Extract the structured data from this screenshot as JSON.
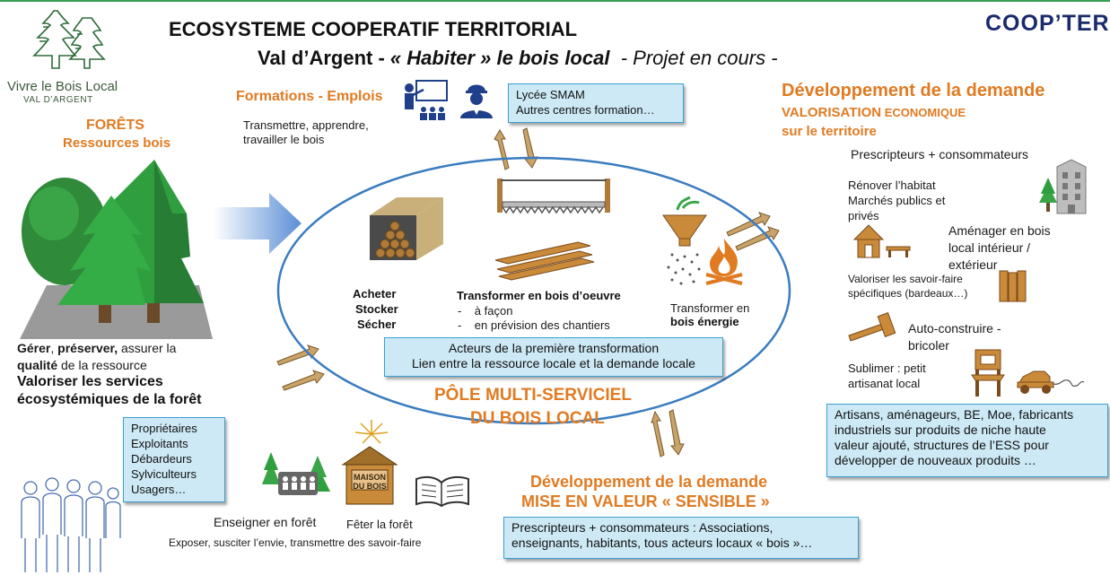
{
  "header": {
    "title": "ECOSYSTEME COOPERATIF TERRITORIAL",
    "subtitle_prefix": "Val d’Argent - ",
    "subtitle_italic": "« Habiter » le bois local",
    "subtitle_status": "- Projet en cours -"
  },
  "logo_left": {
    "line1": "Vivre le Bois Local",
    "line2": "VAL D’ARGENT"
  },
  "logo_right": {
    "text": "COOP’TER"
  },
  "forets": {
    "title": "FORÊTS",
    "subtitle": "Ressources bois",
    "gerer_1": "Gérer",
    "gerer_2": ", ",
    "gerer_3": "préserver,",
    "gerer_4": " assurer la",
    "gerer_5": "qualité",
    "gerer_6": " de la ressource",
    "valoriser_1": "Valoriser les services",
    "valoriser_2": "écosystémiques de la forêt",
    "actors": [
      "Propriétaires",
      "Exploitants",
      "Débardeurs",
      "Sylviculteurs",
      "Usagers…"
    ]
  },
  "formations": {
    "title": "Formations - Emplois",
    "text_1": "Transmettre, apprendre,",
    "text_2": "travailler le bois",
    "box": [
      "Lycée SMAM",
      "Autres centres formation…"
    ]
  },
  "pole": {
    "acheter": [
      "Acheter",
      "Stocker",
      "Sécher"
    ],
    "transformer_title": "Transformer en bois d’oeuvre",
    "transformer_items": [
      "à façon",
      "en prévision des chantiers"
    ],
    "energie_1": "Transformer en",
    "energie_2": "bois énergie",
    "box": [
      "Acteurs de la première transformation",
      "Lien entre la ressource locale et la demande locale"
    ],
    "title_1": "PÔLE MULTI-SERVICIEL",
    "title_2": "DU BOIS LOCAL"
  },
  "demande_eco": {
    "title": "Développement de la demande",
    "sub_1": "VALORISATION",
    "sub_2": " ECONOMIQUE",
    "sub_3": "sur le territoire",
    "prescripteurs": "Prescripteurs + consommateurs",
    "renover": [
      "Rénover l’habitat",
      "Marchés publics et",
      "privés"
    ],
    "amenager": [
      "Aménager en bois",
      "local  intérieur /",
      "extérieur"
    ],
    "valoriser": [
      "Valoriser les savoir-faire",
      "spécifiques (bardeaux…)"
    ],
    "auto": [
      "Auto-construire -",
      "bricoler"
    ],
    "sublimer": [
      "Sublimer : petit",
      "artisanat local"
    ],
    "box": [
      "Artisans, aménageurs, BE, Moe, fabricants",
      "industriels sur produits de niche haute",
      "valeur ajouté, structures de l’ESS pour",
      "développer de nouveaux produits …"
    ]
  },
  "demande_sensible": {
    "title": "Développement de la demande",
    "subtitle": "MISE EN VALEUR « SENSIBLE »",
    "box": [
      "Prescripteurs + consommateurs : Associations,",
      "enseignants, habitants, tous acteurs locaux « bois »…"
    ]
  },
  "enseigner": {
    "enseigner": "Enseigner en forêt",
    "feter": "Fêter la forêt",
    "exposer": "Exposer, susciter l’envie, transmettre des savoir-faire",
    "maison_1": "MAISON",
    "maison_2": "DU BOIS"
  },
  "colors": {
    "orange": "#e07b22",
    "navy": "#1a2a6c",
    "box_fill": "#cde9f6",
    "box_border": "#3aa0d0",
    "ellipse": "#3a7cc0",
    "tree_green": "#2f9e3e",
    "wood": "#a0702a"
  }
}
